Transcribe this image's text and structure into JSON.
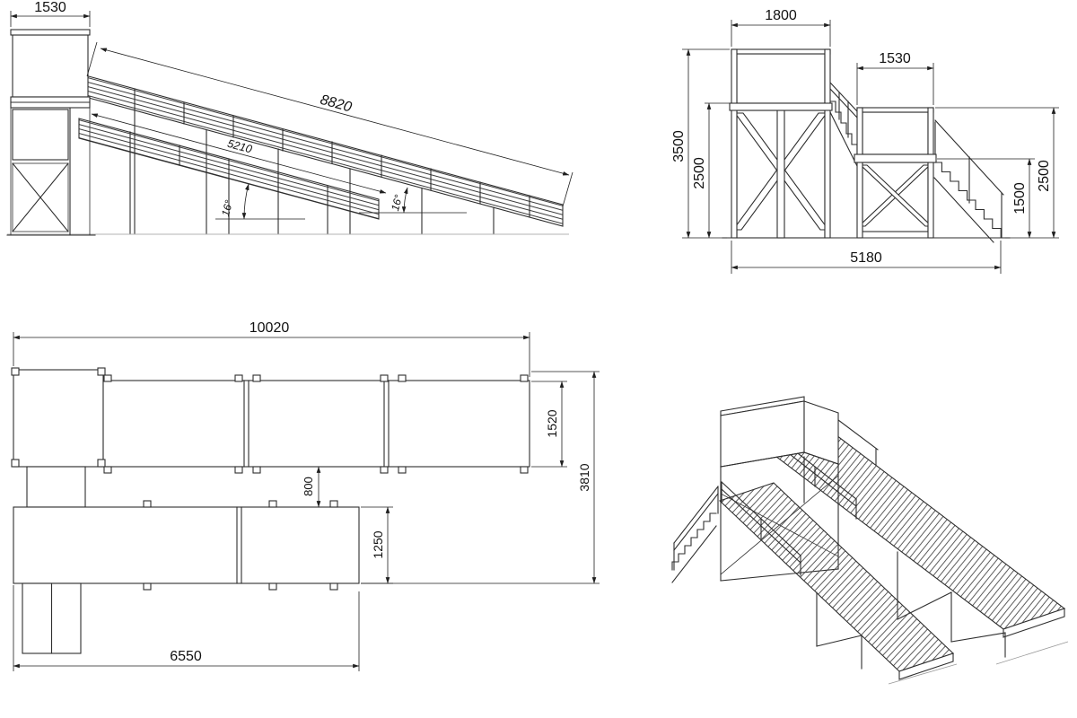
{
  "drawing": {
    "side_view": {
      "tower_width": "1530",
      "slope_long": "8820",
      "slope_short": "5210",
      "angle_short": "16°",
      "angle_long": "16°"
    },
    "front_view": {
      "tower_width": "1800",
      "platform_width": "1530",
      "height_total": "3500",
      "height_deck": "2500",
      "platform_height": "1500",
      "platform_total": "2500",
      "base_length": "5180"
    },
    "plan_view": {
      "total_length": "10020",
      "ramp_width": "1520",
      "lane_gap": "800",
      "ramp2_width": "1250",
      "total_width": "3810",
      "ramp2_length": "6550"
    },
    "colors": {
      "line": "#2e2e2e",
      "dimension": "#1f1f1f",
      "background": "#ffffff"
    }
  }
}
